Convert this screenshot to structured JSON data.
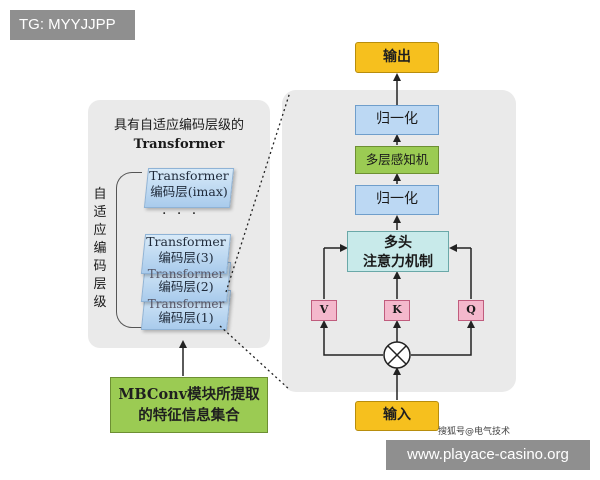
{
  "tag_label": "TG: MYYJJPP",
  "left": {
    "title_line1": "具有自适应编码层级的",
    "title_line2": "Transformer",
    "vertical_label": "自适应编码层级",
    "encoders": [
      {
        "line1": "Transformer",
        "line2": "编码层(imax)"
      },
      {
        "line1": "Transformer",
        "line2": "编码层(3)"
      },
      {
        "line1": "Transformer",
        "line2": "编码层(2)"
      },
      {
        "line1": "Transformer",
        "line2": "编码层(1)"
      }
    ],
    "ellipsis": "· · ·",
    "mbconv_line1": "MBConv模块所提取",
    "mbconv_line2": "的特征信息集合"
  },
  "right": {
    "output": "输出",
    "norm_top": "归一化",
    "mlp": "多层感知机",
    "norm_bottom": "归一化",
    "attention_line1": "多头",
    "attention_line2": "注意力机制",
    "v": "V",
    "k": "K",
    "q": "Q",
    "input": "输入"
  },
  "watermark_small": "搜狐号@电气技术",
  "url_tag": "www.playace-casino.org",
  "colors": {
    "io": "#f6c01e",
    "norm": "#bcd8f3",
    "mlp": "#9bcb53",
    "attention": "#c8eaea",
    "vkq": "#f4b8cc",
    "panel": "#eaeaea",
    "tag": "#8f8f8f"
  }
}
